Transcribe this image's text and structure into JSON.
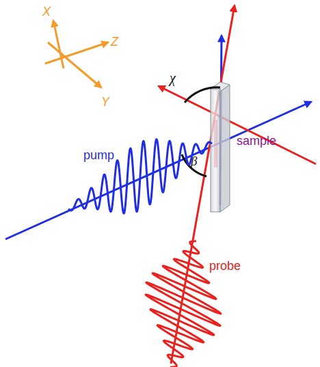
{
  "diagram": {
    "labels": [
      "X",
      "Z",
      "Y",
      "χ",
      "pump",
      "β",
      "sample",
      "probe"
    ]
  }
}
